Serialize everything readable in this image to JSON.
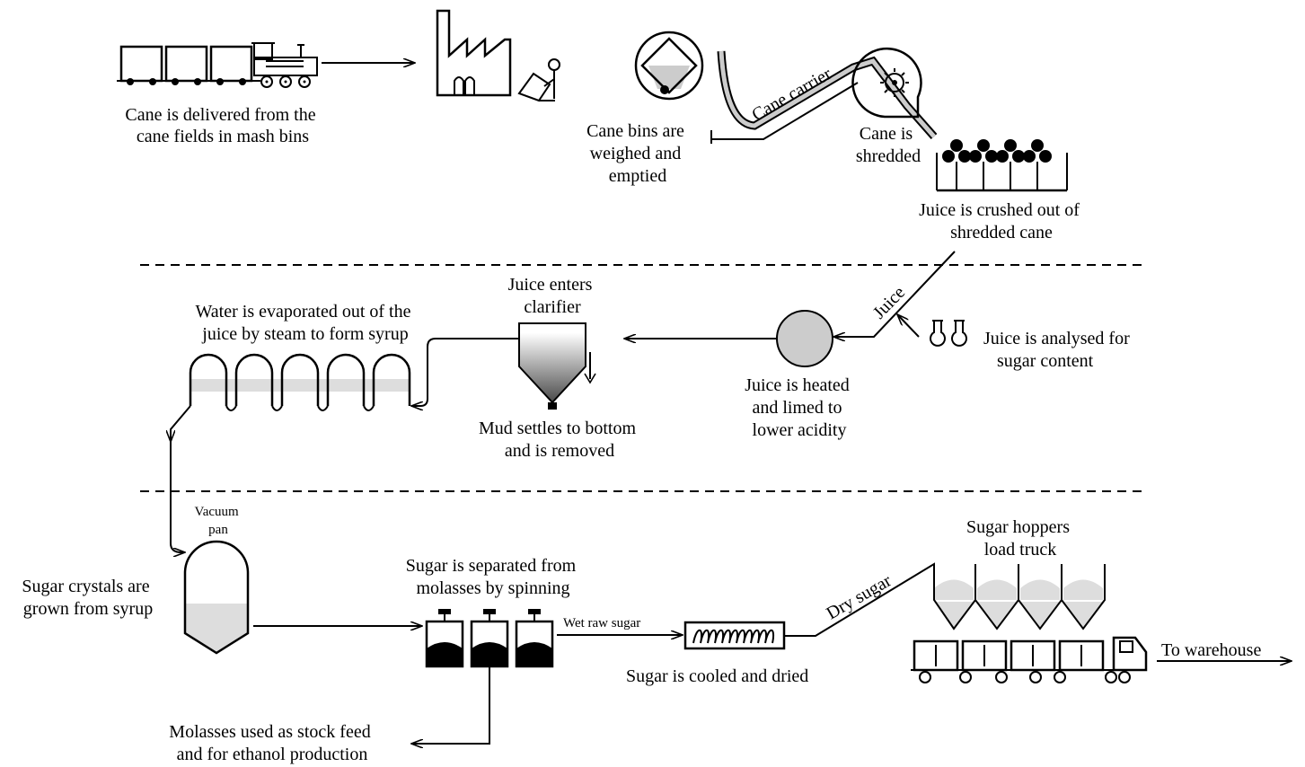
{
  "labels": {
    "cane_delivered": [
      "Cane is delivered from the",
      "cane fields in mash bins"
    ],
    "bins_weighed": [
      "Cane bins are",
      "weighed and",
      "emptied"
    ],
    "cane_carrier": "Cane carrier",
    "cane_shredded": [
      "Cane is",
      "shredded"
    ],
    "juice_crushed": [
      "Juice is crushed out of",
      "shredded cane"
    ],
    "juice_flow": "Juice",
    "juice_analysed": [
      "Juice is analysed for",
      "sugar content"
    ],
    "juice_heated": [
      "Juice is heated",
      "and limed to",
      "lower acidity"
    ],
    "juice_clarifier": [
      "Juice enters",
      "clarifier"
    ],
    "mud_settles": [
      "Mud settles to bottom",
      "and is removed"
    ],
    "water_evaporated": [
      "Water is evaporated out of the",
      "juice by steam to form syrup"
    ],
    "vacuum_pan": [
      "Vacuum",
      "pan"
    ],
    "crystals_grown": [
      "Sugar crystals are",
      "grown from syrup"
    ],
    "separated": [
      "Sugar is separated from",
      "molasses by spinning"
    ],
    "wet_raw_sugar": "Wet raw sugar",
    "cooled_dried": "Sugar is cooled and dried",
    "dry_sugar": "Dry sugar",
    "hoppers": [
      "Sugar hoppers",
      "load truck"
    ],
    "to_warehouse": "To warehouse",
    "molasses": [
      "Molasses used as stock feed",
      "and for ethanol production"
    ]
  }
}
